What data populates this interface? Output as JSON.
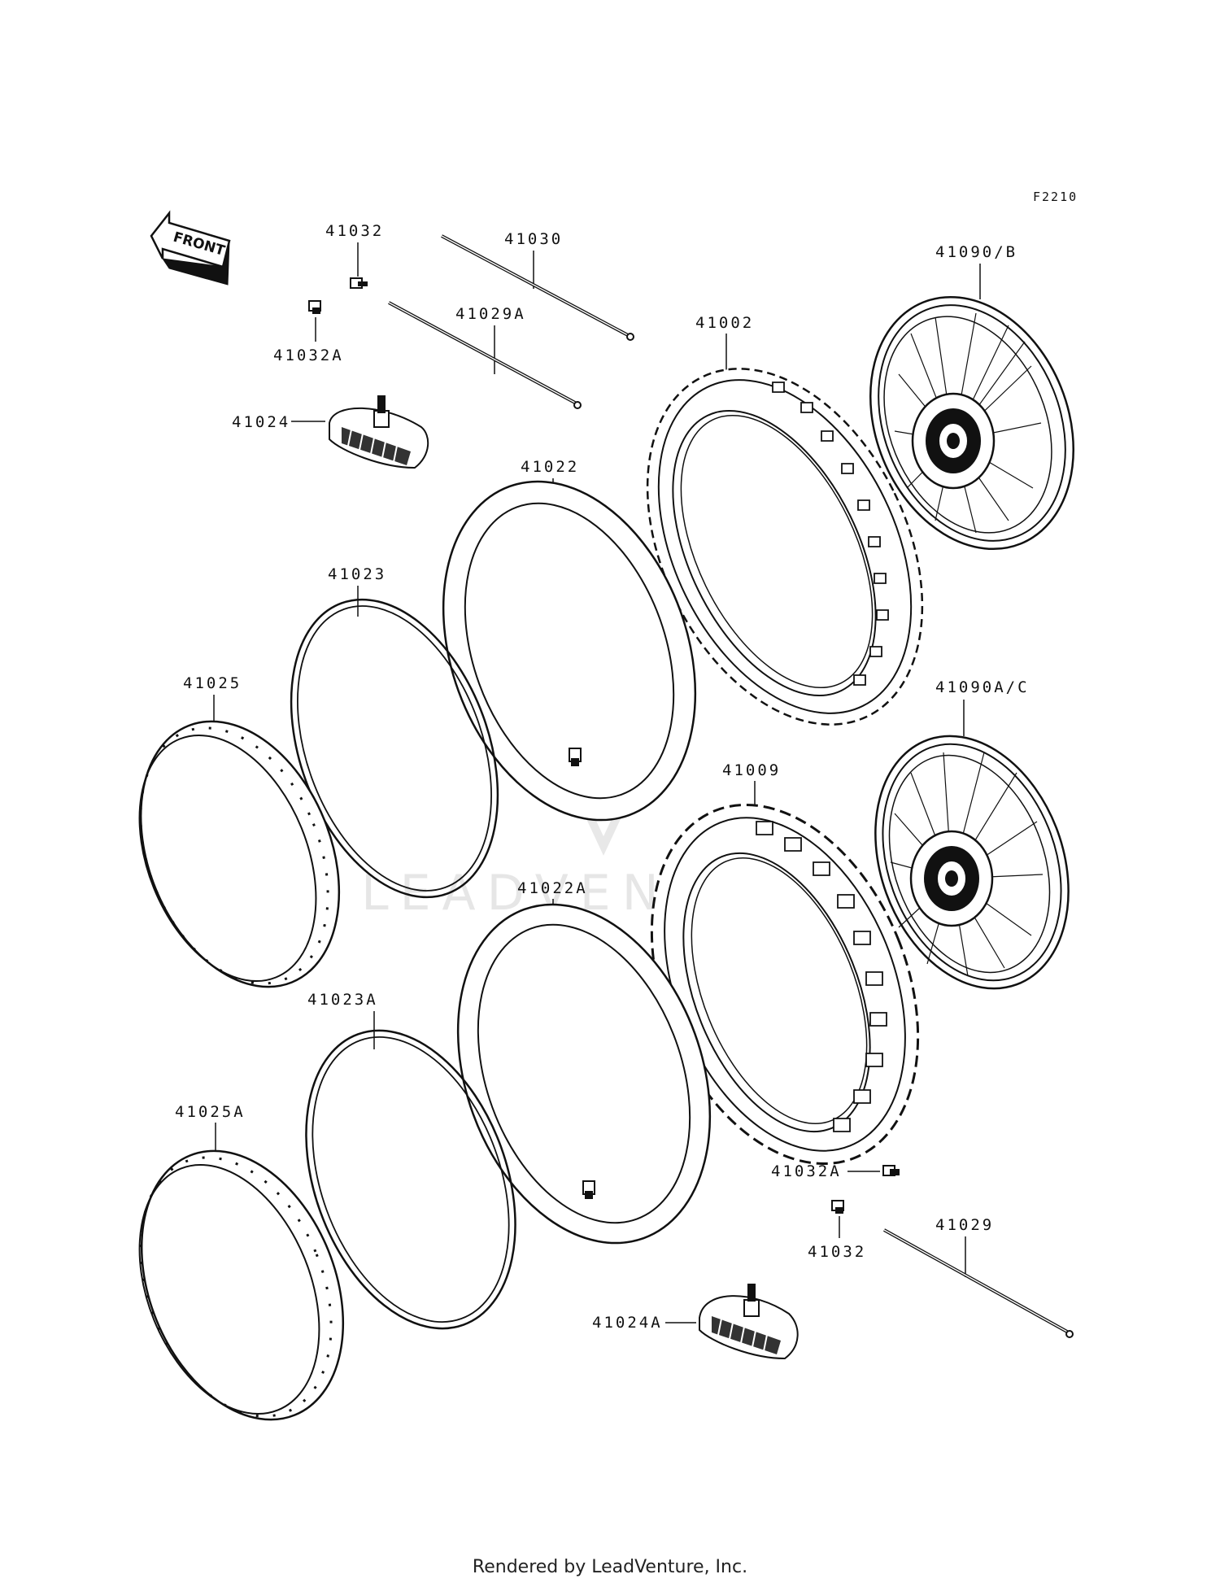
{
  "diagram_ref": "F2210",
  "front_label": "FRONT",
  "watermark": "LEADVENTURE",
  "footer": "Rendered by LeadVenture, Inc.",
  "parts": {
    "p41032_top": "41032",
    "p41032A_top": "41032A",
    "p41030": "41030",
    "p41029A": "41029A",
    "p41024": "41024",
    "p41002": "41002",
    "p41090B": "41090/B",
    "p41022": "41022",
    "p41023": "41023",
    "p41025": "41025",
    "p41090AC": "41090A/C",
    "p41009": "41009",
    "p41022A": "41022A",
    "p41023A": "41023A",
    "p41025A": "41025A",
    "p41032A_bot": "41032A",
    "p41032_bot": "41032",
    "p41029": "41029",
    "p41024A": "41024A"
  }
}
